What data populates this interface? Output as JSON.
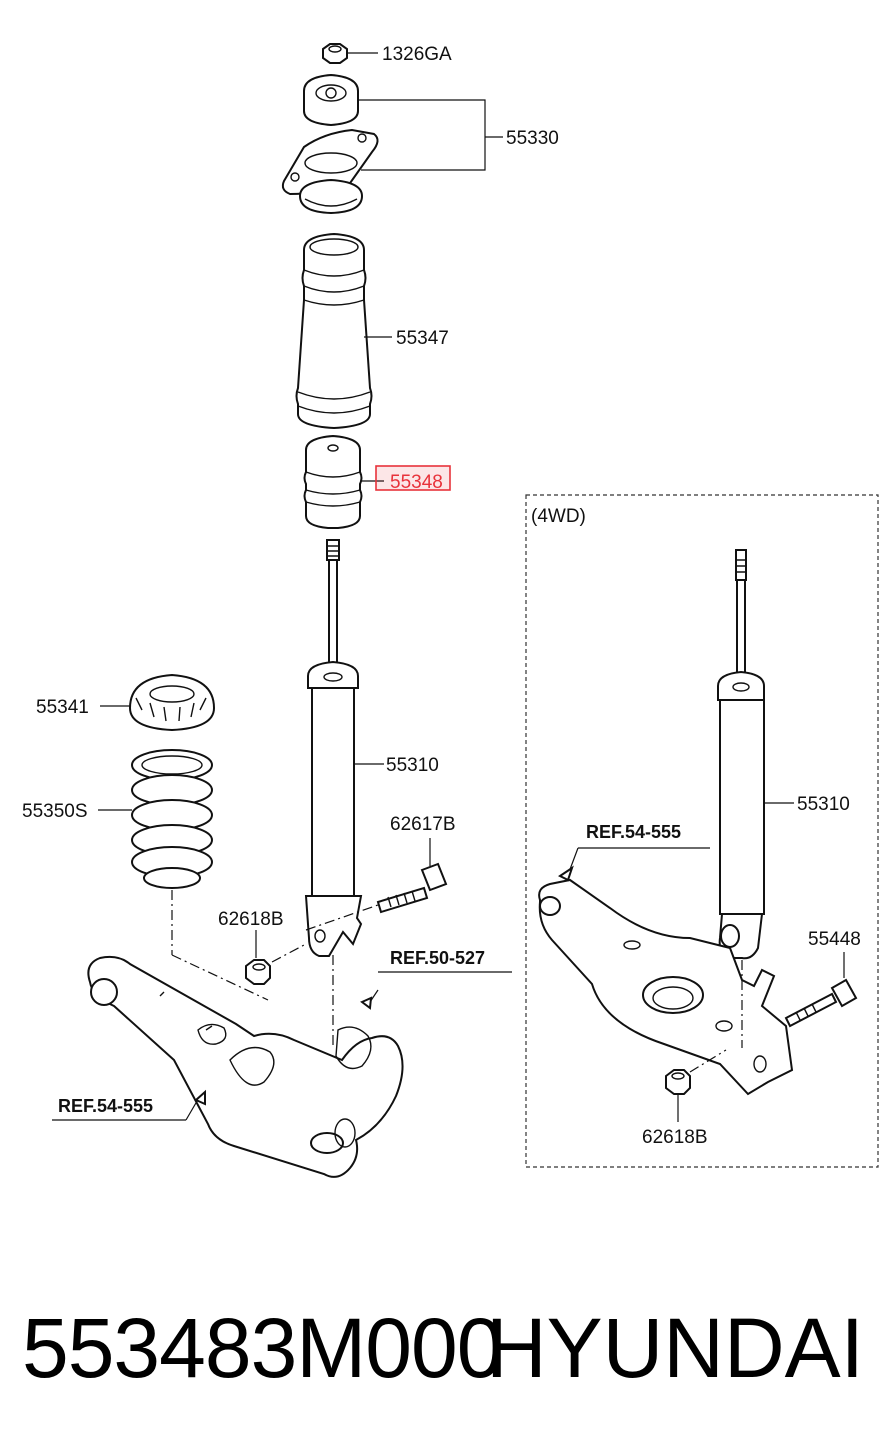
{
  "diagram": {
    "labels": {
      "nut": "1326GA",
      "mount": "55330",
      "dust_cover": "55347",
      "bumper": "55348",
      "spring_pad": "55341",
      "spring": "55350S",
      "shock": "55310",
      "bolt": "62617B",
      "nut_lower": "62618B",
      "ref_knuckle": "REF.50-527",
      "ref_arm": "REF.54-555"
    },
    "variant_4wd": {
      "title": "(4WD)",
      "shock": "55310",
      "ref_arm": "REF.54-555",
      "bolt": "55448",
      "nut": "62618B"
    },
    "highlight_color": "#e8333b"
  },
  "footer": {
    "part_number": "553483M000",
    "brand": "HYUNDAI"
  }
}
